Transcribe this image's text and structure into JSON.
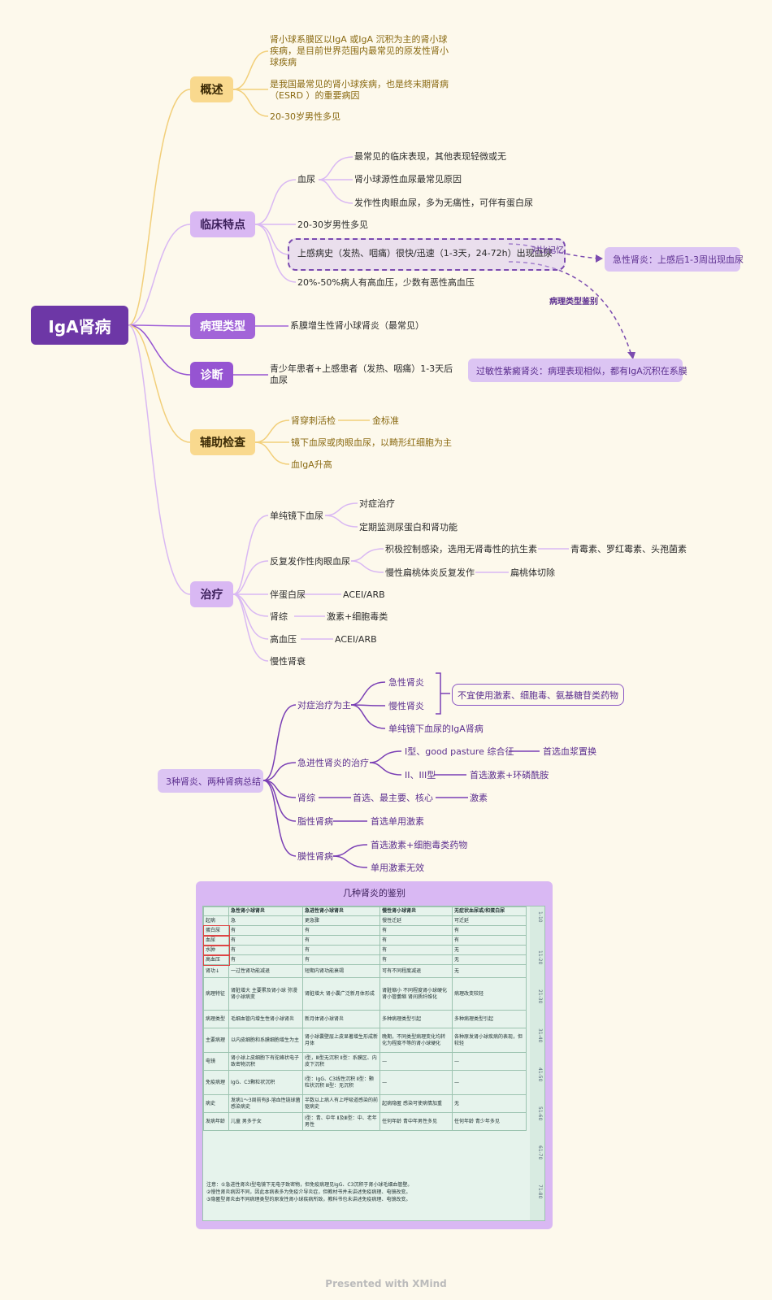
{
  "root": "IgA肾病",
  "branches": {
    "overview": {
      "label": "概述",
      "items": [
        "肾小球系膜区以IgA 或IgA 沉积为主的肾小球疾病，是目前世界范围内最常见的原发性肾小球疾病",
        "是我国最常见的肾小球疾病，也是终末期肾病（ESRD ）的重要病因",
        "20-30岁男性多见"
      ]
    },
    "clinical": {
      "label": "临床特点",
      "hematuria": "血尿",
      "hematuria_items": [
        "最常见的临床表现，其他表现轻微或无",
        "肾小球源性血尿最常见原因",
        "发作性肉眼血尿，多为无痛性，可伴有蛋白尿"
      ],
      "age": "20-30岁男性多见",
      "infection": "上感病史（发热、咽痛）很快/迅速（1-3天，24-72h）出现血尿",
      "hypertension": "20%-50%病人有高血压，少数有恶性高血压"
    },
    "pathology": {
      "label": "病理类型",
      "item": "系膜增生性肾小球肾炎（最常见）"
    },
    "diagnosis": {
      "label": "诊断",
      "item": "青少年患者+上感患者（发热、咽痛）1-3天后血尿"
    },
    "auxiliary": {
      "label": "辅助检查",
      "biopsy": "肾穿刺活检",
      "gold": "金标准",
      "microscope": "镜下血尿或肉眼血尿，以畸形红细胞为主",
      "iga": "血IgA升高"
    },
    "treatment": {
      "label": "治疗",
      "simple": "单纯镜下血尿",
      "simple_items": [
        "对症治疗",
        "定期监测尿蛋白和肾功能"
      ],
      "recurrent": "反复发作性肉眼血尿",
      "infection_ctrl": "积极控制感染，选用无肾毒性的抗生素",
      "antibiotics": "青霉素、罗红霉素、头孢菌素",
      "tonsil": "慢性扁桃体炎反复发作",
      "tonsillectomy": "扁桃体切除",
      "protein": "伴蛋白尿",
      "protein_tx": "ACEI/ARB",
      "nephrotic": "肾综",
      "nephrotic_tx": "激素+细胞毒类",
      "htn": "高血压",
      "htn_tx": "ACEI/ARB",
      "chronic": "慢性肾衰"
    }
  },
  "annotations": {
    "compare_label": "对比记忆",
    "acute": "急性肾炎：上感后1-3周出现血尿",
    "path_label": "病理类型鉴别",
    "purpura": "过敏性紫癜肾炎：病理表现相似，都有IgA沉积在系膜"
  },
  "summary": {
    "root": "3种肾炎、两种肾病总结",
    "symptomatic": "对症治疗为主",
    "acute": "急性肾炎",
    "chronic": "慢性肾炎",
    "avoid": "不宜使用激素、细胞毒、氨基糖苷类药物",
    "iga_simple": "单纯镜下血尿的IgA肾病",
    "rpgn": "急进性肾炎的治疗",
    "type1": "I型、good pasture 综合征",
    "type1_tx": "首选血浆置换",
    "type23": "II、III型",
    "type23_tx": "首选激素+环磷酰胺",
    "ns": "肾综",
    "ns_core": "首选、最主要、核心",
    "ns_tx": "激素",
    "lipoid": "脂性肾病",
    "lipoid_tx": "首选单用激素",
    "membranous": "膜性肾病",
    "membranous_tx1": "首选激素+细胞毒类药物",
    "membranous_tx2": "单用激素无效"
  },
  "table": {
    "title": "几种肾炎的鉴别",
    "header": [
      "",
      "急性肾小球肾炎",
      "急进性肾小球肾炎",
      "慢性肾小球肾炎",
      "无症状血尿或/和蛋白尿"
    ],
    "rows": [
      [
        "起病",
        "急",
        "更急骤",
        "慢性迁延",
        "可迁延"
      ],
      [
        "蛋白尿",
        "有",
        "有",
        "有",
        "有"
      ],
      [
        "血尿",
        "有",
        "有",
        "有",
        "有"
      ],
      [
        "水肿",
        "有",
        "有",
        "有",
        "无"
      ],
      [
        "高血压",
        "有",
        "有",
        "有",
        "无"
      ],
      [
        "肾功↓",
        "一过性肾功能减退",
        "短期内肾功能衰竭",
        "可有不同程度减退",
        "无"
      ],
      [
        "病理特征",
        "肾脏增大 主要累及肾小球 弥漫肾小球病变",
        "肾脏增大 肾小囊广泛新月体形成",
        "肾脏缩小 不同程度肾小球硬化 肾小管萎缩 肾间质纤维化",
        "病理改变较轻"
      ],
      [
        "病理类型",
        "毛细血管内增生性肾小球肾炎",
        "新月体肾小球肾炎",
        "多种病理类型引起",
        "多种病理类型引起"
      ],
      [
        "主要病理",
        "以内皮细胞和系膜细胞增生为主",
        "肾小球囊壁层上皮显著增生形成新月体",
        "晚期，不同类型病理变化均转化为程度不等的肾小球硬化",
        "各种原发肾小球疾病的表现，但较轻"
      ],
      [
        "电镜",
        "肾小球上皮细胞下有驼峰状电子致密物沉积",
        "Ⅰ型，Ⅲ型无沉积 Ⅱ型：系膜区、内皮下沉积",
        "—",
        "—"
      ],
      [
        "免疫病理",
        "IgG、C3颗粒状沉积",
        "Ⅰ型：IgG、C3线性沉积 Ⅱ型：颗粒状沉积 Ⅲ型：无沉积",
        "—",
        "—"
      ],
      [
        "病史",
        "发病1～3周前有β-溶血性链球菌感染病史",
        "半数以上病人有上呼吸道感染的前驱病史",
        "起病隐匿 感染可使病情加重",
        "无"
      ],
      [
        "发病年龄",
        "儿童 男多于女",
        "Ⅰ型：青、中年 Ⅱ及Ⅲ型：中、老年男性",
        "任何年龄 青中年男性多见",
        "任何年龄 青少年多见"
      ]
    ],
    "notes": [
      "注意：①急进性肾炎Ⅰ型电镜下无电子致密物，但免疫病理见IgG、C3沉积于肾小球毛细血管壁。",
      "②慢性肾炎病因不同，因此本病表多为免疫介导炎症，但教材书并未讲述免疫病理、电镜改变。",
      "③隐匿型肾炎由不同病理类型的原发性肾小球疾病所致，教科书也未讲述免疫病理、电镜改变。"
    ],
    "side_ticks": [
      "1-10",
      "11-20",
      "21-30",
      "31-40",
      "41-50",
      "51-60",
      "61-70",
      "71-80"
    ]
  },
  "footer": "Presented with XMind"
}
